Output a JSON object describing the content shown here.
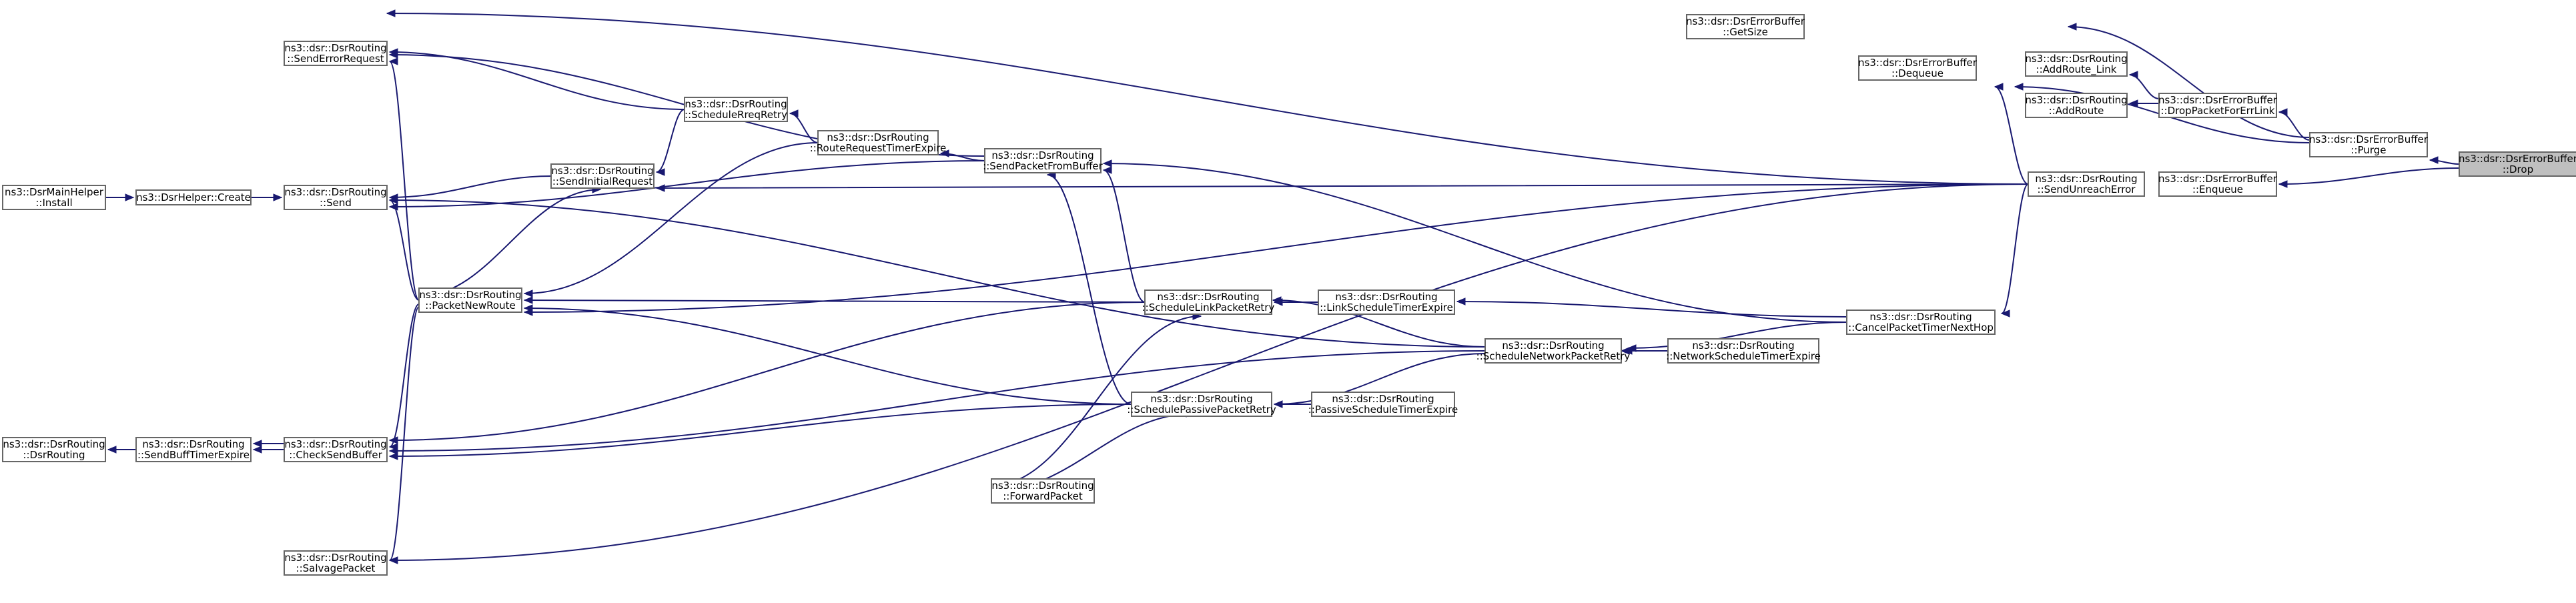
{
  "graph": {
    "colors": {
      "edge": "#191970",
      "node_border": "#666666",
      "highlight_fill": "#bfbfbf"
    },
    "nodes": [
      {
        "id": "n_mainhelper",
        "lines": [
          "ns3::DsrMainHelper",
          "::Install"
        ]
      },
      {
        "id": "n_helpercreate",
        "lines": [
          "ns3::DsrHelper::Create"
        ]
      },
      {
        "id": "n_dsrrouting",
        "lines": [
          "ns3::dsr::DsrRouting",
          "::DsrRouting"
        ]
      },
      {
        "id": "n_sendbufftimer",
        "lines": [
          "ns3::dsr::DsrRouting",
          "::SendBuffTimerExpire"
        ]
      },
      {
        "id": "n_senderrorrequest",
        "lines": [
          "ns3::dsr::DsrRouting",
          "::SendErrorRequest"
        ]
      },
      {
        "id": "n_send",
        "lines": [
          "ns3::dsr::DsrRouting",
          "::Send"
        ]
      },
      {
        "id": "n_checksendbuffer",
        "lines": [
          "ns3::dsr::DsrRouting",
          "::CheckSendBuffer"
        ]
      },
      {
        "id": "n_salvagepacket",
        "lines": [
          "ns3::dsr::DsrRouting",
          "::SalvagePacket"
        ]
      },
      {
        "id": "n_sendinitialrequest",
        "lines": [
          "ns3::dsr::DsrRouting",
          "::SendInitialRequest"
        ]
      },
      {
        "id": "n_packetnewroute",
        "lines": [
          "ns3::dsr::DsrRouting",
          "::PacketNewRoute"
        ]
      },
      {
        "id": "n_schedulereqretry",
        "lines": [
          "ns3::dsr::DsrRouting",
          "::ScheduleRreqRetry"
        ]
      },
      {
        "id": "n_routerequesttimer",
        "lines": [
          "ns3::dsr::DsrRouting",
          "::RouteRequestTimerExpire"
        ]
      },
      {
        "id": "n_sendpacketfrombuffer",
        "lines": [
          "ns3::dsr::DsrRouting",
          "::SendPacketFromBuffer"
        ]
      },
      {
        "id": "n_schedulelinkpacketretry",
        "lines": [
          "ns3::dsr::DsrRouting",
          "::ScheduleLinkPacketRetry"
        ]
      },
      {
        "id": "n_schedulepassivepacketretry",
        "lines": [
          "ns3::dsr::DsrRouting",
          "::SchedulePassivePacketRetry"
        ]
      },
      {
        "id": "n_forwardpacket",
        "lines": [
          "ns3::dsr::DsrRouting",
          "::ForwardPacket"
        ]
      },
      {
        "id": "n_linkscheduletimer",
        "lines": [
          "ns3::dsr::DsrRouting",
          "::LinkScheduleTimerExpire"
        ]
      },
      {
        "id": "n_passivescheduletimer",
        "lines": [
          "ns3::dsr::DsrRouting",
          "::PassiveScheduleTimerExpire"
        ]
      },
      {
        "id": "n_schedulenetworkpacketretry",
        "lines": [
          "ns3::dsr::DsrRouting",
          "::ScheduleNetworkPacketRetry"
        ]
      },
      {
        "id": "n_networkscheduletimer",
        "lines": [
          "ns3::dsr::DsrRouting",
          "::NetworkScheduleTimerExpire"
        ]
      },
      {
        "id": "n_getsize",
        "lines": [
          "ns3::dsr::DsrErrorBuffer",
          "::GetSize"
        ]
      },
      {
        "id": "n_dequeue",
        "lines": [
          "ns3::dsr::DsrErrorBuffer",
          "::Dequeue"
        ]
      },
      {
        "id": "n_cancelpackettimer",
        "lines": [
          "ns3::dsr::DsrRouting",
          "::CancelPacketTimerNextHop"
        ]
      },
      {
        "id": "n_sendunreacherror",
        "lines": [
          "ns3::dsr::DsrRouting",
          "::SendUnreachError"
        ]
      },
      {
        "id": "n_addroutelink",
        "lines": [
          "ns3::dsr::DsrRouting",
          "::AddRoute_Link"
        ]
      },
      {
        "id": "n_addroute",
        "lines": [
          "ns3::dsr::DsrRouting",
          "::AddRoute"
        ]
      },
      {
        "id": "n_droppacketforerrlink",
        "lines": [
          "ns3::dsr::DsrErrorBuffer",
          "::DropPacketForErrLink"
        ]
      },
      {
        "id": "n_enqueue",
        "lines": [
          "ns3::dsr::DsrErrorBuffer",
          "::Enqueue"
        ]
      },
      {
        "id": "n_purge",
        "lines": [
          "ns3::dsr::DsrErrorBuffer",
          "::Purge"
        ]
      },
      {
        "id": "n_drop",
        "lines": [
          "ns3::dsr::DsrErrorBuffer",
          "::Drop"
        ],
        "highlight": true
      }
    ]
  }
}
